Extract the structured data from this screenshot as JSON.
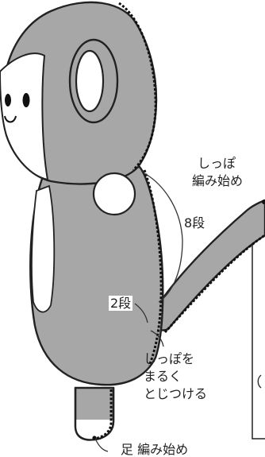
{
  "colors": {
    "body_fill": "#a7a7a7",
    "white_fill": "#ffffff",
    "outline": "#222222",
    "stitch": "#111111",
    "text": "#222222"
  },
  "labels": {
    "tail_start_line1": "しっぽ",
    "tail_start_line2": "編み始め",
    "rows_8": "8段",
    "rows_2": "2段",
    "attach_line1": "しっぽを",
    "attach_line2": "まるく",
    "attach_line3": "とじつける",
    "foot_start": "足 編み始め"
  }
}
